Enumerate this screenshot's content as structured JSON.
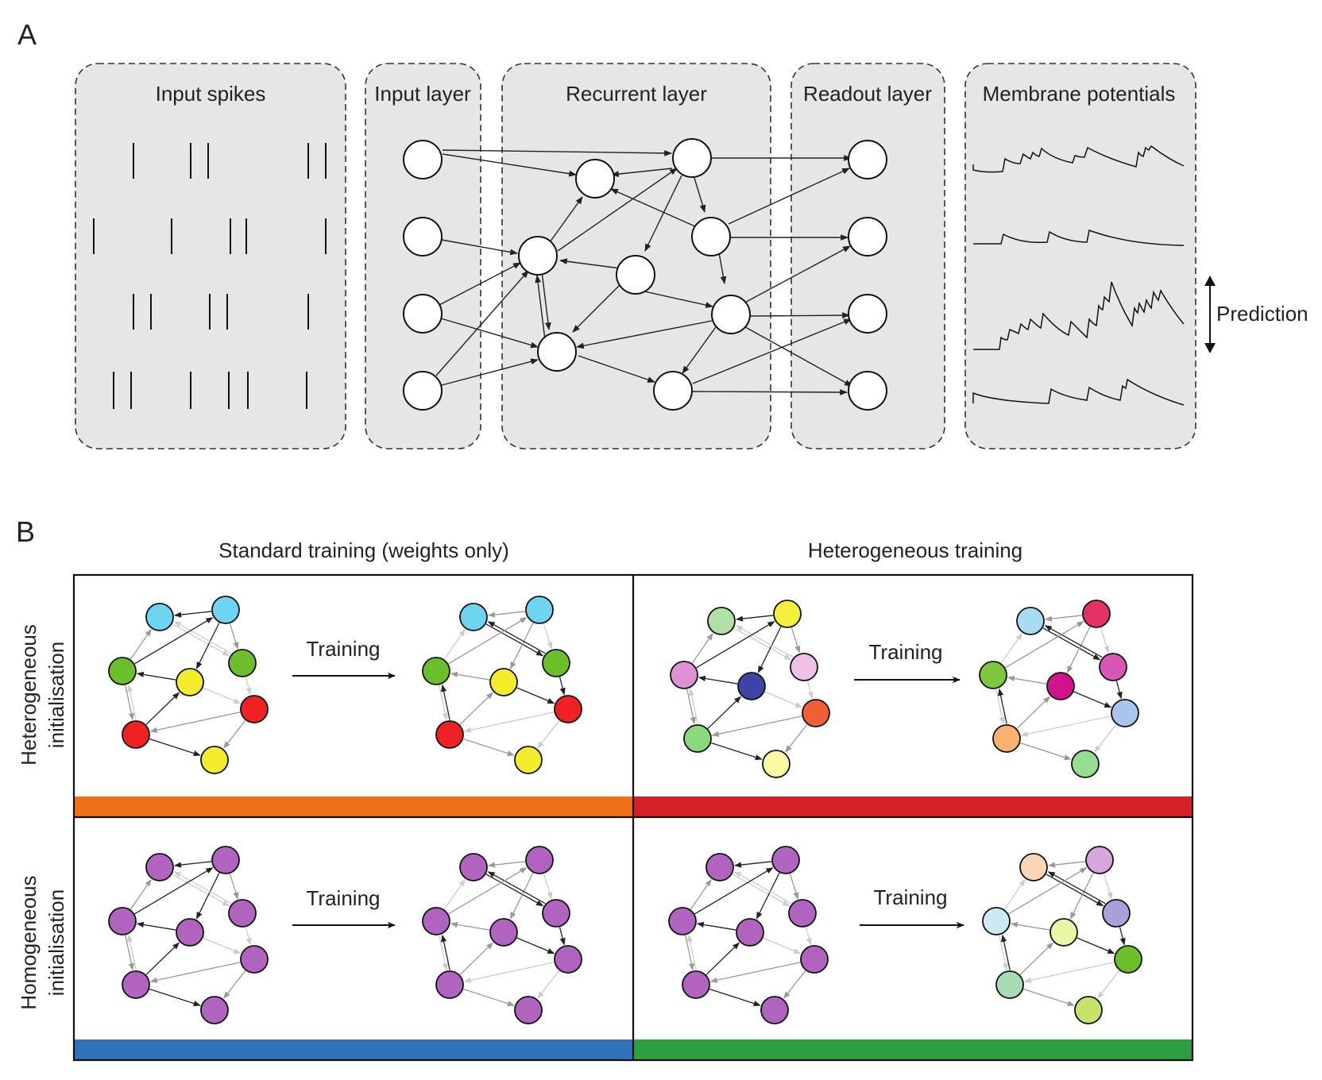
{
  "panel_a": {
    "letter": "A",
    "boxes": [
      "Input spikes",
      "Input layer",
      "Recurrent layer",
      "Readout layer",
      "Membrane potentials"
    ],
    "prediction_label": "Prediction"
  },
  "panel_b": {
    "letter": "B",
    "col_titles": [
      "Standard training (weights only)",
      "Heterogeneous training"
    ],
    "row_titles": [
      [
        "Heterogeneous",
        "initialisation"
      ],
      [
        "Homogeneous",
        "initialisation"
      ]
    ],
    "arrow_label": "Training",
    "bar_colors": [
      "#f07018",
      "#d62028",
      "#3272b8",
      "#2e9e40"
    ],
    "cells": [
      {
        "before": [
          "#6fd3f2",
          "#6fd3f2",
          "#6abf2a",
          "#6abf2a",
          "#f2ec2a",
          "#ee2222",
          "#ee2222",
          "#f2ec2a"
        ],
        "after": [
          "#6fd3f2",
          "#6fd3f2",
          "#6abf2a",
          "#6abf2a",
          "#f2ec2a",
          "#ee2222",
          "#ee2222",
          "#f2ec2a"
        ]
      },
      {
        "before": [
          "#b3e0a6",
          "#f5f03c",
          "#de92d4",
          "#eec0e8",
          "#3d44a8",
          "#f06032",
          "#8cd87c",
          "#fafaa6"
        ],
        "after": [
          "#a8dcf2",
          "#e43264",
          "#7cc83a",
          "#d756b6",
          "#d0138c",
          "#a8c6ec",
          "#fab06e",
          "#98dc92"
        ]
      },
      {
        "before": [
          "#b064c0",
          "#b064c0",
          "#b064c0",
          "#b064c0",
          "#b064c0",
          "#b064c0",
          "#b064c0",
          "#b064c0"
        ],
        "after": [
          "#b064c0",
          "#b064c0",
          "#b064c0",
          "#b064c0",
          "#b064c0",
          "#b064c0",
          "#b064c0",
          "#b064c0"
        ]
      },
      {
        "before": [
          "#b064c0",
          "#b064c0",
          "#b064c0",
          "#b064c0",
          "#b064c0",
          "#b064c0",
          "#b064c0",
          "#b064c0"
        ],
        "after": [
          "#fad6b6",
          "#d8a6dc",
          "#cde9f5",
          "#a6a2d8",
          "#eaf5a6",
          "#6abf2a",
          "#a8dcb4",
          "#c6e46a"
        ]
      }
    ]
  }
}
